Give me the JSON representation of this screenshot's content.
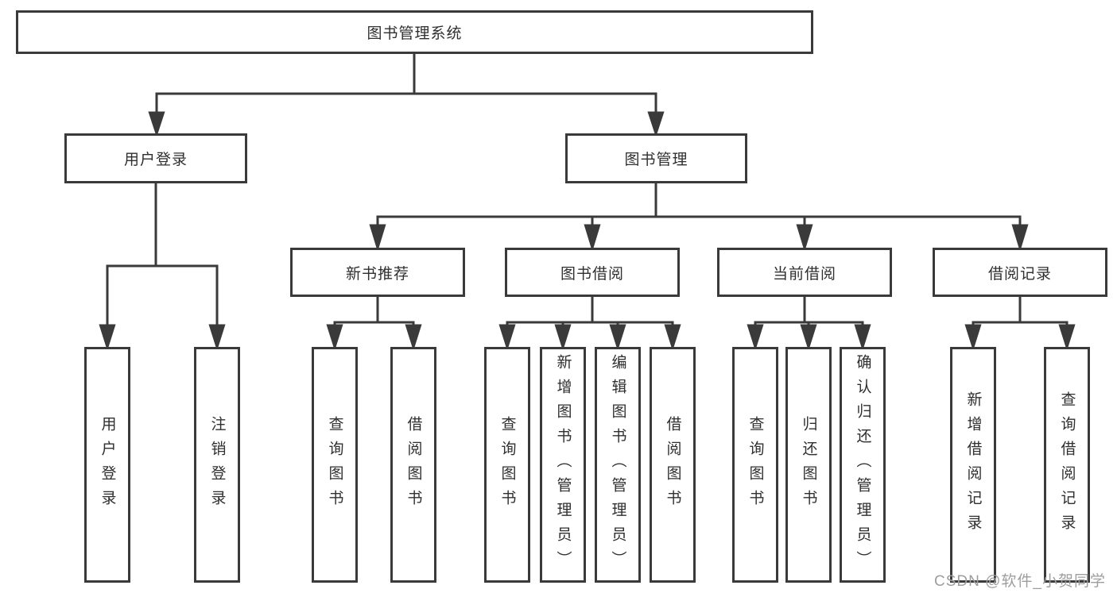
{
  "diagram": {
    "title": "图书管理系统",
    "level2": [
      {
        "label": "用户登录"
      },
      {
        "label": "图书管理"
      }
    ],
    "level3": [
      {
        "label": "新书推荐"
      },
      {
        "label": "图书借阅"
      },
      {
        "label": "当前借阅"
      },
      {
        "label": "借阅记录"
      }
    ],
    "leaves": [
      {
        "label": "用户登录"
      },
      {
        "label": "注销登录"
      },
      {
        "label": "查询图书"
      },
      {
        "label": "借阅图书"
      },
      {
        "label": "查询图书"
      },
      {
        "label": "新增图书（管理员）"
      },
      {
        "label": "编辑图书（管理员）"
      },
      {
        "label": "借阅图书"
      },
      {
        "label": "查询图书"
      },
      {
        "label": "归还图书"
      },
      {
        "label": "确认归还（管理员）"
      },
      {
        "label": "新增借阅记录"
      },
      {
        "label": "查询借阅记录"
      }
    ]
  },
  "watermark": "CSDN @软件_小贺同学",
  "colors": {
    "line": "#3a3a3a",
    "text": "#2f2f2f",
    "watermark": "#9e9e9e",
    "background": "#ffffff"
  }
}
